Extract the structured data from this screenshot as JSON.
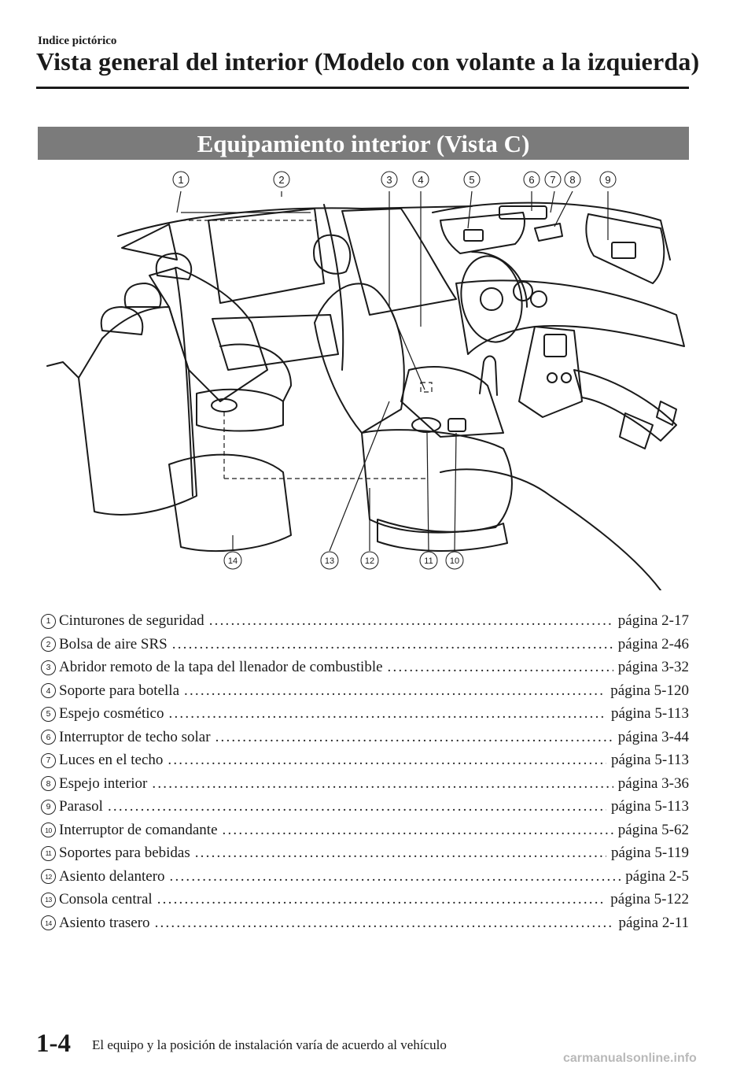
{
  "header": {
    "section": "Indice pictórico",
    "title": "Vista general del interior (Modelo con volante a la izquierda)"
  },
  "banner": "Equipamiento interior (Vista C)",
  "callouts_top": [
    "1",
    "2",
    "3",
    "4",
    "5",
    "6",
    "7",
    "8",
    "9"
  ],
  "callouts_bottom": [
    "14",
    "13",
    "12",
    "11",
    "10"
  ],
  "items": [
    {
      "num": "1",
      "label": "Cinturones de seguridad",
      "page": "página 2-17"
    },
    {
      "num": "2",
      "label": "Bolsa de aire SRS",
      "page": "página 2-46"
    },
    {
      "num": "3",
      "label": "Abridor remoto de la tapa del llenador de combustible",
      "page": "página 3-32"
    },
    {
      "num": "4",
      "label": "Soporte para botella",
      "page": "página 5-120"
    },
    {
      "num": "5",
      "label": "Espejo cosmético",
      "page": "página 5-113"
    },
    {
      "num": "6",
      "label": "Interruptor de techo solar",
      "page": "página 3-44"
    },
    {
      "num": "7",
      "label": "Luces en el techo",
      "page": "página 5-113"
    },
    {
      "num": "8",
      "label": "Espejo interior",
      "page": "página 3-36"
    },
    {
      "num": "9",
      "label": "Parasol",
      "page": "página 5-113"
    },
    {
      "num": "10",
      "label": "Interruptor de comandante",
      "page": "página 5-62"
    },
    {
      "num": "11",
      "label": "Soportes para bebidas",
      "page": "página 5-119"
    },
    {
      "num": "12",
      "label": "Asiento delantero",
      "page": "página 2-5"
    },
    {
      "num": "13",
      "label": "Consola central",
      "page": "página 5-122"
    },
    {
      "num": "14",
      "label": "Asiento trasero",
      "page": "página 2-11"
    }
  ],
  "footer": {
    "page_number": "1-4",
    "note": "El equipo y la posición de instalación varía de acuerdo al vehículo"
  },
  "watermark": "carmanualsonline.info"
}
